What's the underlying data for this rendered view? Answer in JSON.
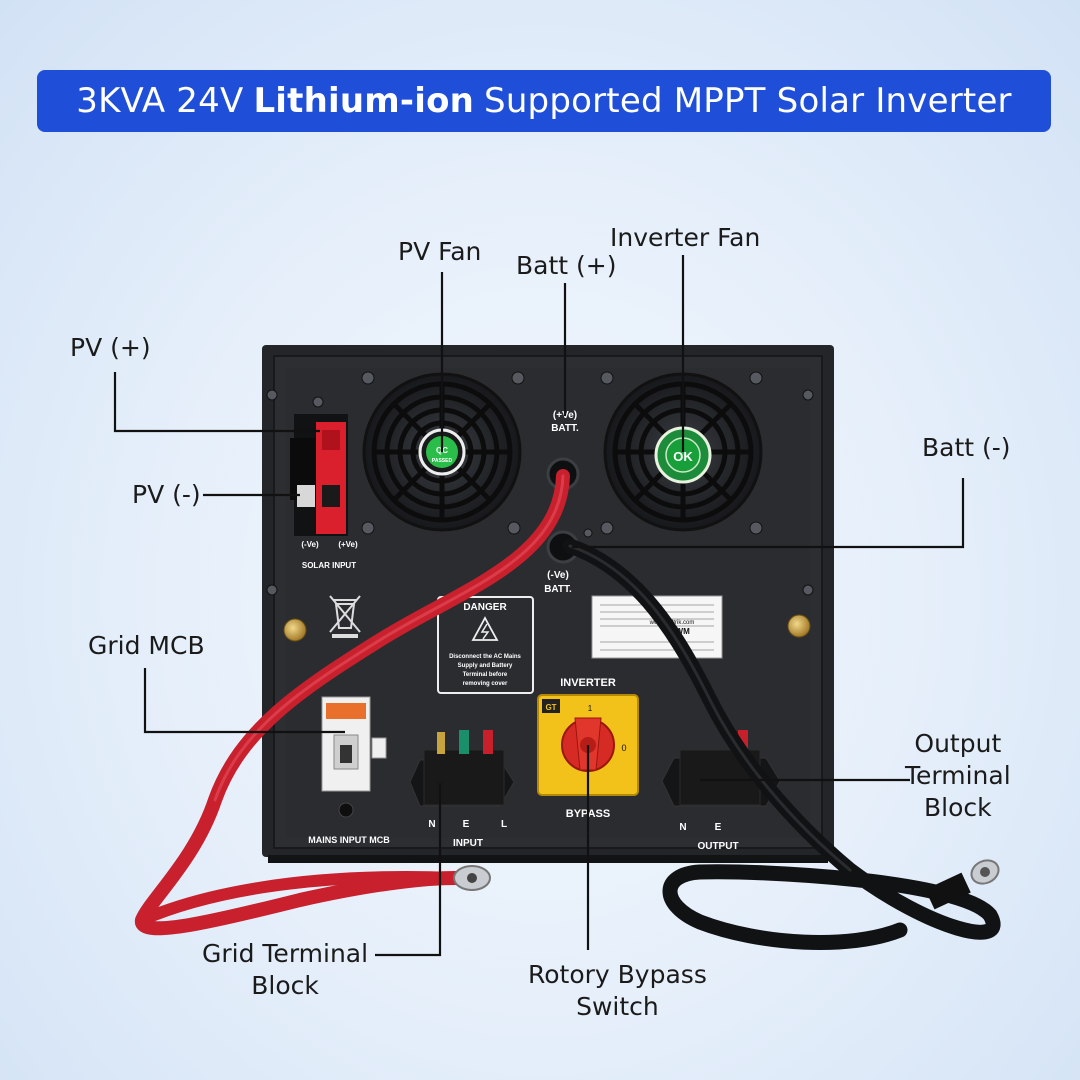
{
  "banner": {
    "title_pre": "3KVA 24V",
    "title_bold": "Lithium-ion",
    "title_post": "Supported MPPT Solar Inverter"
  },
  "labels": {
    "pv_fan": "PV Fan",
    "batt_pos": "Batt (+)",
    "inverter_fan": "Inverter Fan",
    "pv_pos": "PV (+)",
    "pv_neg": "PV (-)",
    "batt_neg": "Batt (-)",
    "grid_mcb": "Grid MCB",
    "output_terminal": [
      "Output",
      "Terminal",
      "Block"
    ],
    "grid_terminal": [
      "Grid Terminal",
      "Block"
    ],
    "bypass_switch": [
      "Rotory Bypass",
      "Switch"
    ]
  },
  "panel": {
    "pos_batt": "(+Ve)",
    "batt": "BATT.",
    "neg_batt": "(-Ve)",
    "solar_neg": "(-Ve)",
    "solar_pos": "(+Ve)",
    "solar_input": "SOLAR INPUT",
    "danger": "DANGER",
    "danger_text": [
      "Disconnect the AC Mains",
      "Supply and Battery",
      "Terminal before",
      "removing cover"
    ],
    "inverter": "INVERTER",
    "bypass": "BYPASS",
    "mains_input_mcb": "MAINS INPUT MCB",
    "input": "INPUT",
    "output": "OUTPUT",
    "nel_input": [
      "N",
      "E",
      "L"
    ],
    "ne_output": [
      "N",
      "E"
    ],
    "qc": "QC",
    "passed": "PASSED",
    "ok": "OK",
    "switch_zero": "0",
    "switch_one": "1",
    "switch_brand": "GT",
    "sticker_brand": "PWM",
    "sticker_site": "www.aelltrik.com"
  }
}
